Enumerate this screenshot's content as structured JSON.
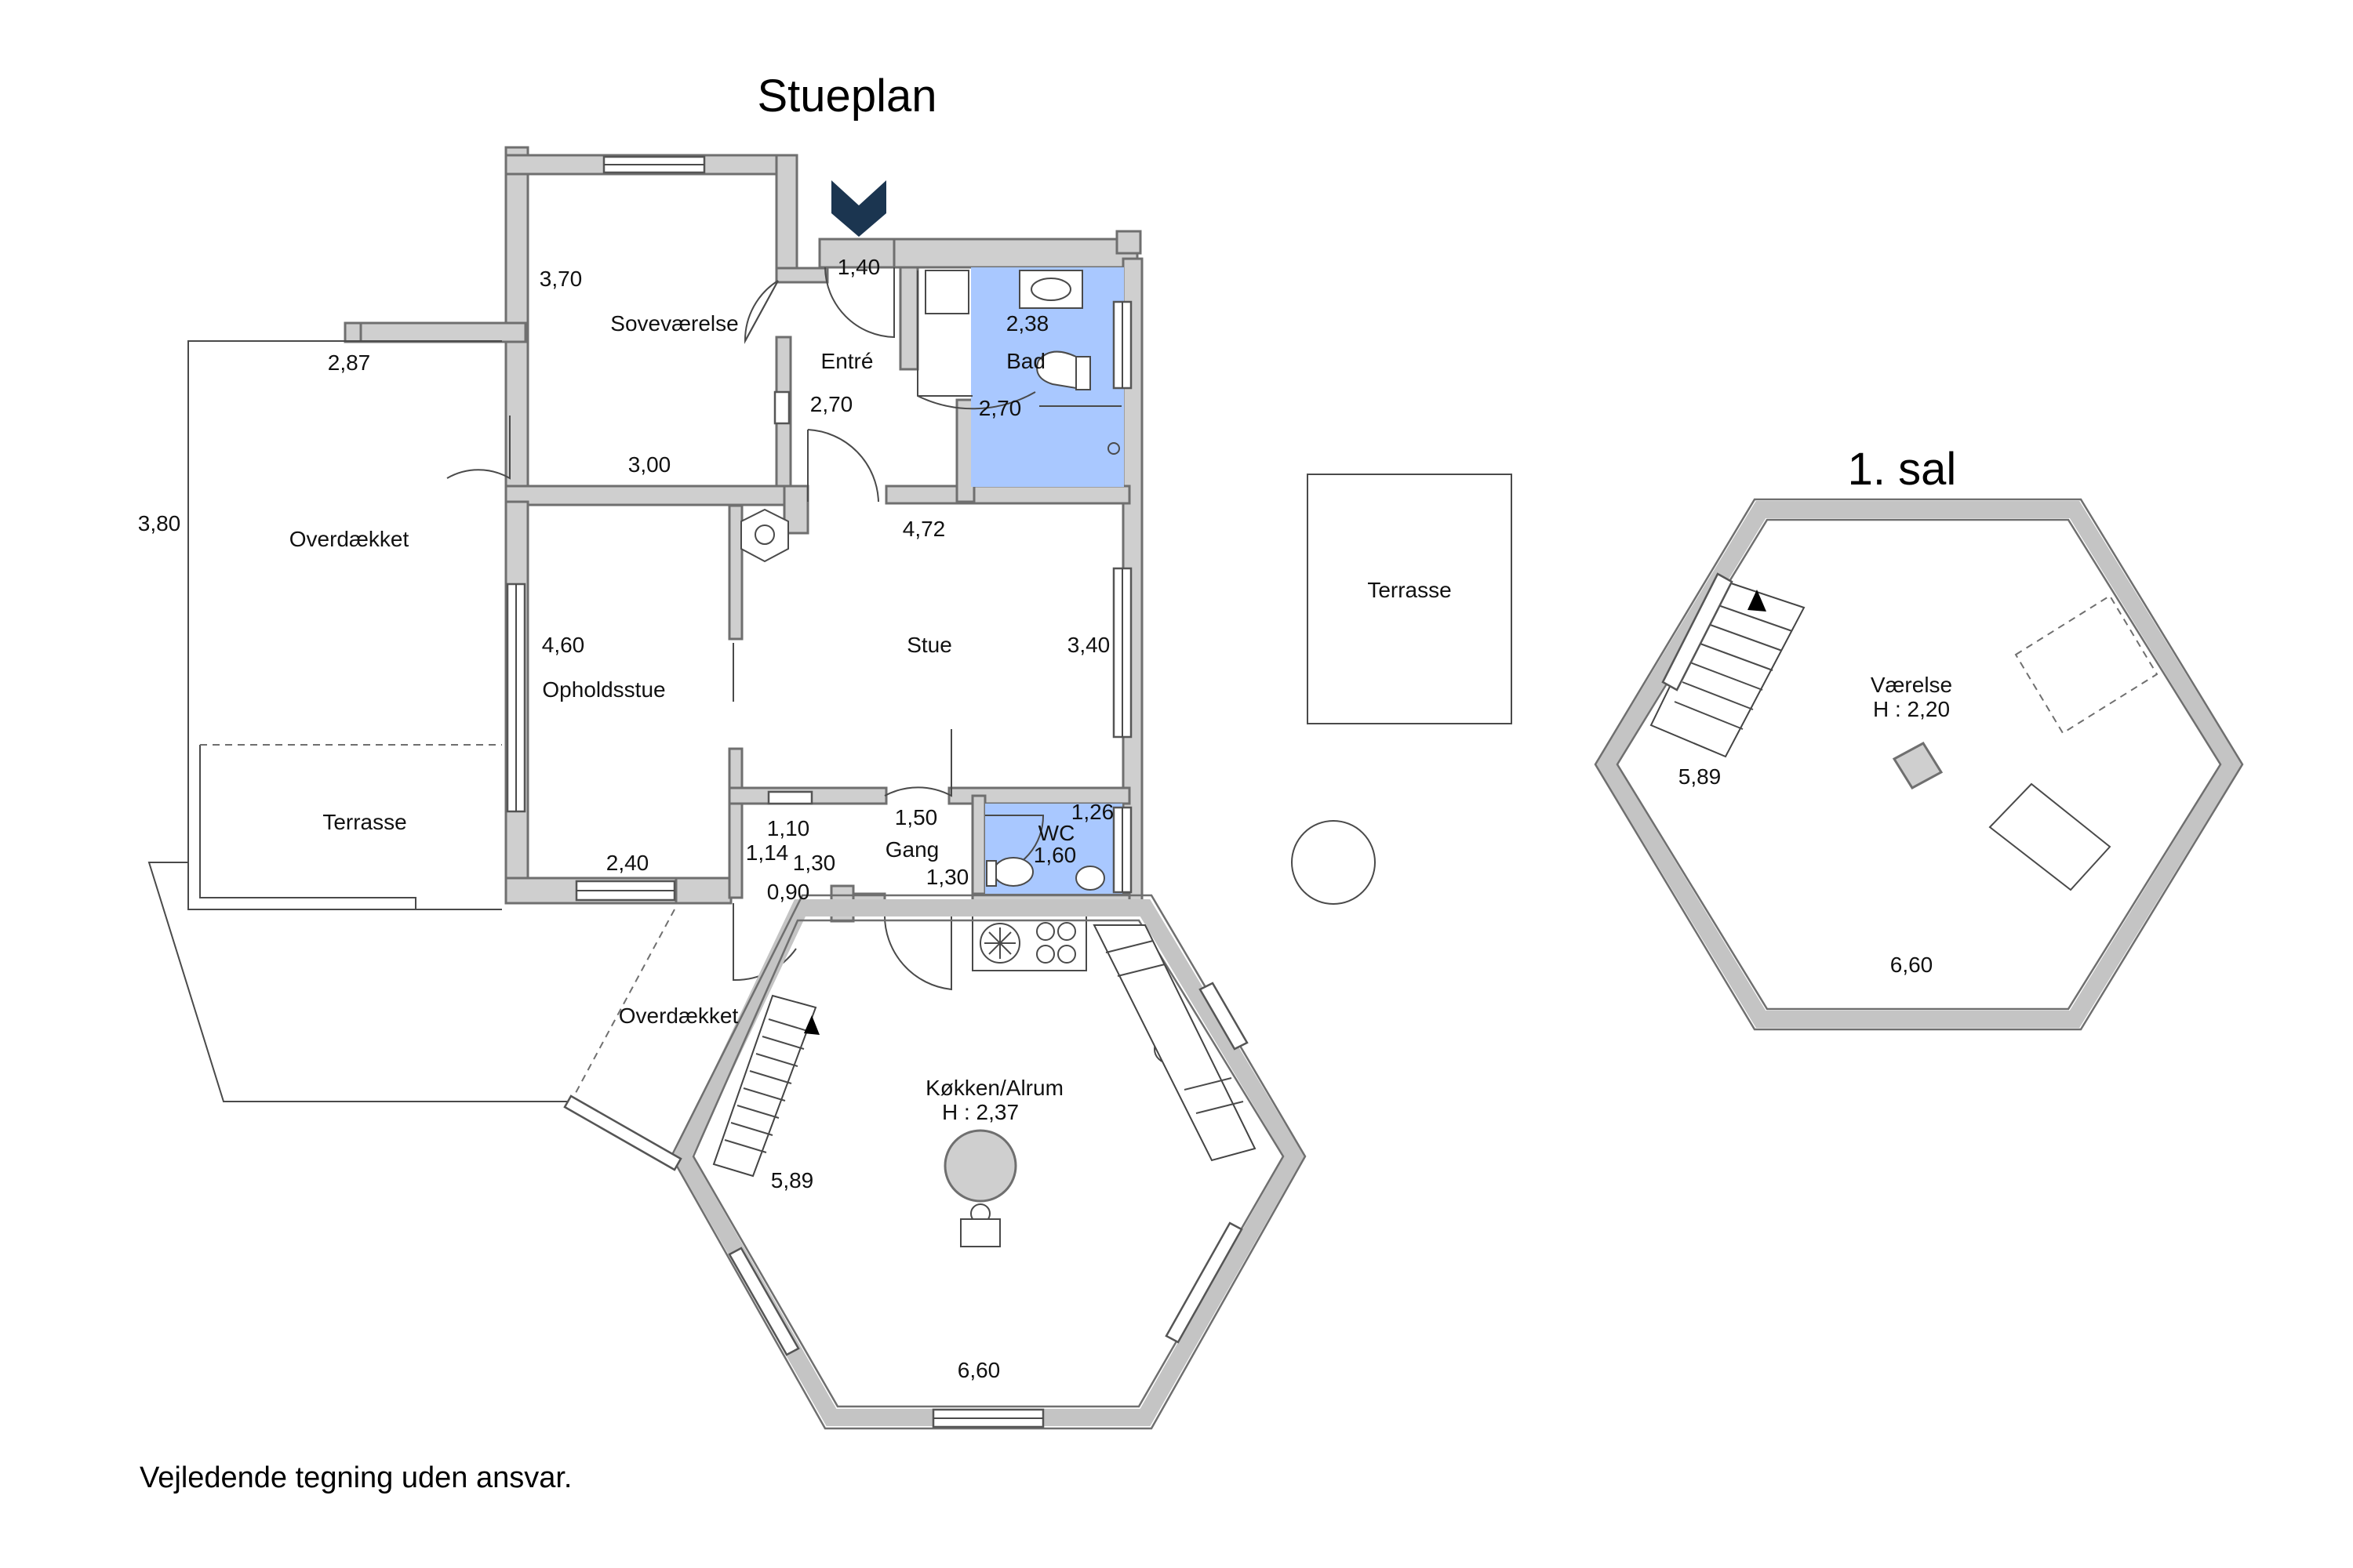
{
  "titles": {
    "ground_floor": "Stueplan",
    "first_floor": "1. sal"
  },
  "disclaimer": "Vejledende tegning uden ansvar.",
  "rooms": {
    "sovevaerelse": "Soveværelse",
    "entre": "Entré",
    "bad": "Bad",
    "overdaekket_west": "Overdækket",
    "opholdsstue": "Opholdsstue",
    "stue": "Stue",
    "terrasse_west": "Terrasse",
    "gang": "Gang",
    "wc": "WC",
    "overdaekket_south": "Overdækket",
    "kokken": "Køkken/Alrum",
    "kokken_height": "H : 2,37",
    "terrasse_east": "Terrasse",
    "vaerelse": "Værelse",
    "vaerelse_height": "H : 2,20"
  },
  "dimensions": {
    "sove_w": "3,70",
    "sove_bottom": "3,00",
    "overd_top": "2,87",
    "overd_side": "3,80",
    "entre_top": "1,40",
    "entre_side": "2,70",
    "bad_top": "2,38",
    "bad_side": "2,70",
    "stue_top": "4,72",
    "stue_side": "3,40",
    "ophold_side": "4,60",
    "ophold_bottom": "2,40",
    "gang_a": "1,10",
    "gang_b": "1,14",
    "gang_c": "1,30",
    "gang_d": "0,90",
    "gang_e": "1,50",
    "gang_f": "1,30",
    "wc_a": "1,26",
    "wc_b": "1,60",
    "kokken_side": "5,89",
    "kokken_bottom": "6,60",
    "sal_side": "5,89",
    "sal_bottom": "6,60"
  },
  "colors": {
    "wall": "#cfcfcf",
    "wet_room": "#a9c8ff",
    "entrance_marker": "#1b3550"
  },
  "icons": {
    "entrance": "entrance-chevron-icon",
    "stairs": "staircase-icon"
  }
}
